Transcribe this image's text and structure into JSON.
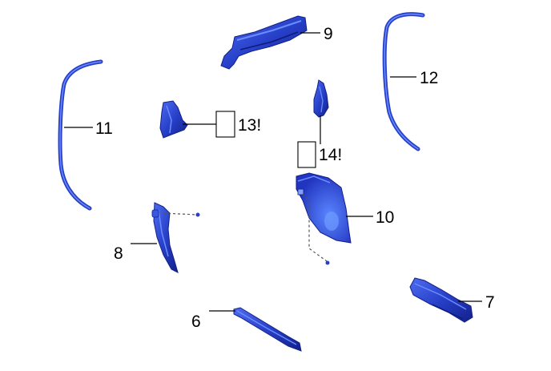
{
  "diagram": {
    "callouts": {
      "c6": "6",
      "c7": "7",
      "c8": "8",
      "c9": "9",
      "c10": "10",
      "c11": "11",
      "c12": "12",
      "c13": "13",
      "c14": "14"
    },
    "notice_mark": "!",
    "colors": {
      "part_fill": "#2740c9",
      "part_dark": "#13208a",
      "part_light": "#4d6cf0",
      "leader": "#000000"
    }
  }
}
